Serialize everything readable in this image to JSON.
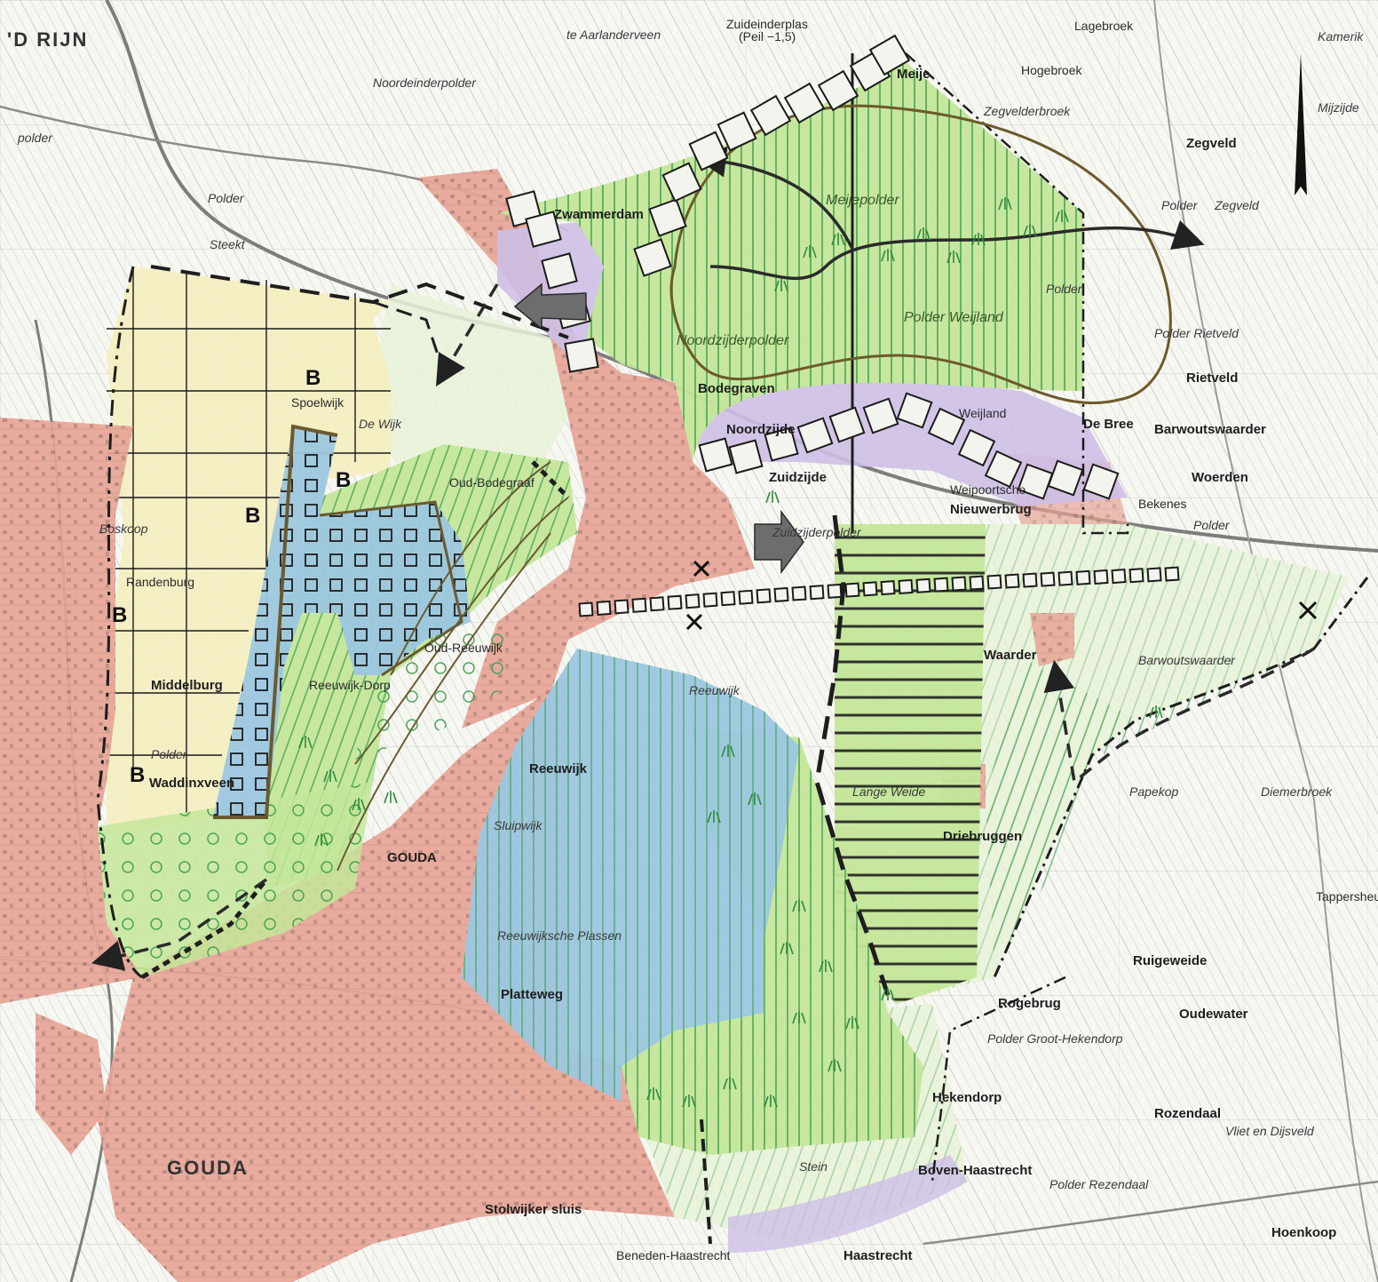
{
  "places": {
    "top": [
      {
        "t": "'D RIJN",
        "c": "big"
      },
      {
        "t": "Noordeinderpolder",
        "c": "i"
      },
      {
        "t": "te Aarlanderveen",
        "c": "i"
      },
      {
        "t": "Zuideinderplas",
        "c": "s"
      },
      {
        "t": "(Peil −1,5)",
        "c": "s"
      },
      {
        "t": "Lagebroek",
        "c": "s"
      },
      {
        "t": "Hogebroek",
        "c": "s"
      },
      {
        "t": "Kamerik",
        "c": "i"
      },
      {
        "t": "Mijzijde",
        "c": "i"
      },
      {
        "t": "Meije",
        "c": "b"
      },
      {
        "t": "Zegvelderbroek",
        "c": "i"
      },
      {
        "t": "Zegveld",
        "c": "b"
      },
      {
        "t": "Polder",
        "c": "i"
      },
      {
        "t": "Zegveld",
        "c": "i"
      }
    ],
    "west": [
      {
        "t": "polder",
        "c": "i"
      },
      {
        "t": "Polder",
        "c": "i"
      },
      {
        "t": "Steekt",
        "c": "i"
      },
      {
        "t": "Zwammerdam",
        "c": "b"
      },
      {
        "t": "Spoelwijk",
        "c": "s"
      },
      {
        "t": "De Wijk",
        "c": "s"
      },
      {
        "t": "Boskoop",
        "c": "bl"
      },
      {
        "t": "Randenburg",
        "c": "s"
      },
      {
        "t": "Middelburg",
        "c": "b"
      },
      {
        "t": "Polder",
        "c": "i"
      },
      {
        "t": "Waddinxveen",
        "c": "bl"
      },
      {
        "t": "Oud-Bodegraaf",
        "c": "s"
      },
      {
        "t": "Oud-Reeuwijk",
        "c": "s"
      },
      {
        "t": "Reeuwijk-Dorp",
        "c": "s"
      }
    ],
    "center": [
      {
        "t": "Meijepolder",
        "c": "i"
      },
      {
        "t": "Polder Weijland",
        "c": "i"
      },
      {
        "t": "Noordzijderpolder",
        "c": "i"
      },
      {
        "t": "Polder Rietveld",
        "c": "i"
      },
      {
        "t": "Bodegraven",
        "c": "bl"
      },
      {
        "t": "Noordzijde",
        "c": "b"
      },
      {
        "t": "Zuidzijde",
        "c": "b"
      },
      {
        "t": "Nieuwerbrug",
        "c": "b"
      },
      {
        "t": "Weijland",
        "c": "s"
      },
      {
        "t": "Weipoortsche",
        "c": "s"
      },
      {
        "t": "Zuidzijderpolder",
        "c": "i"
      },
      {
        "t": "Polder",
        "c": "i"
      },
      {
        "t": "Rietveld",
        "c": "b"
      },
      {
        "t": "De Bree",
        "c": "b"
      },
      {
        "t": "Barwoutswaarder",
        "c": "b"
      },
      {
        "t": "Woerden",
        "c": "bl"
      },
      {
        "t": "Polder",
        "c": "i"
      },
      {
        "t": "Bekenes",
        "c": "s"
      }
    ],
    "south": [
      {
        "t": "Reeuwijk",
        "c": "i"
      },
      {
        "t": "Reeuwijk",
        "c": "bl"
      },
      {
        "t": "Sluipwijk",
        "c": "i"
      },
      {
        "t": "Reeuwijksche Plassen",
        "c": "i"
      },
      {
        "t": "GOUDA",
        "c": "b"
      },
      {
        "t": "Platteweg",
        "c": "b"
      },
      {
        "t": "Waarder",
        "c": "b"
      },
      {
        "t": "Barwoutswaarder",
        "c": "i"
      },
      {
        "t": "Driebruggen",
        "c": "b"
      },
      {
        "t": "Lange Weide",
        "c": "i"
      },
      {
        "t": "Papekop",
        "c": "i"
      },
      {
        "t": "Diemerbroek",
        "c": "i"
      },
      {
        "t": "Oudewater",
        "c": "bl"
      },
      {
        "t": "Rogebrug",
        "c": "b"
      },
      {
        "t": "Polder Groot-Hekendorp",
        "c": "i"
      },
      {
        "t": "Hekendorp",
        "c": "b"
      },
      {
        "t": "Rozendaal",
        "c": "b"
      },
      {
        "t": "Vliet en Dijsveld",
        "c": "i"
      },
      {
        "t": "Polder Rezendaal",
        "c": "i"
      },
      {
        "t": "Boven-Haastrecht",
        "c": "b"
      },
      {
        "t": "Stein",
        "c": "i"
      },
      {
        "t": "Stolwijker sluis",
        "c": "b"
      },
      {
        "t": "Haastrecht",
        "c": "b"
      },
      {
        "t": "Hoenkoop",
        "c": "b"
      },
      {
        "t": "GOUDA",
        "c": "big"
      },
      {
        "t": "Tappersheul",
        "c": "s"
      },
      {
        "t": "Ruigeweide",
        "c": "b"
      },
      {
        "t": "Beneden-Haastrecht",
        "c": "s"
      }
    ]
  },
  "zone_letters": [
    "B",
    "B",
    "B",
    "B",
    "B"
  ],
  "colors": {
    "urban": "#e8a496",
    "grass": "#c4e69a",
    "water": "#9cc7e0",
    "bulb": "#f4eec0",
    "lilac": "#cdbfe6",
    "pale": "#e8f2d8",
    "hatch": "#3c9c4c",
    "base": "#f7f7f2",
    "line": "#222222"
  },
  "icons": [
    "grass-tuft-icon",
    "circle-marker-icon",
    "square-marker-icon",
    "cross-icon",
    "north-arrow-icon",
    "flow-arrow-icon"
  ]
}
